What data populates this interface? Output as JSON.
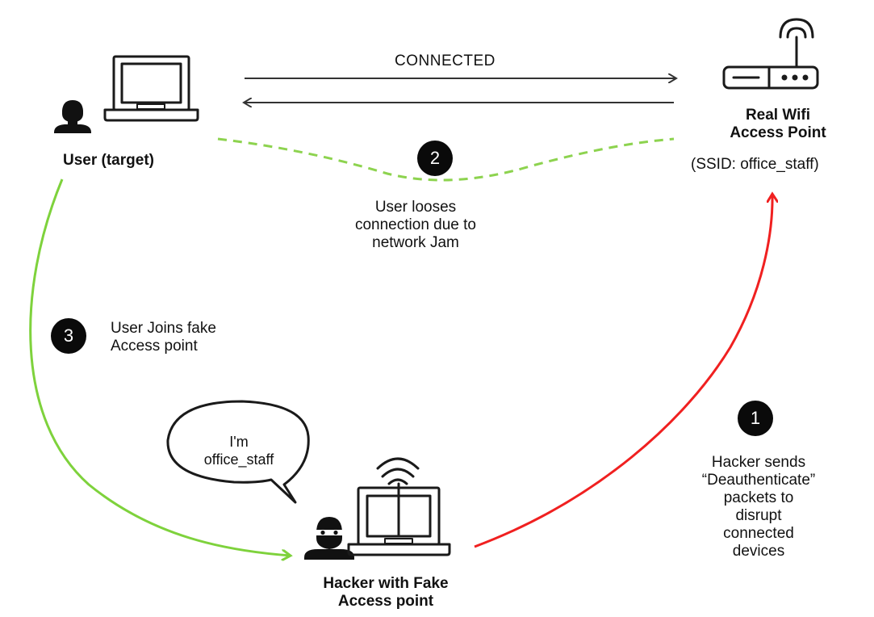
{
  "connection_label": "CONNECTED",
  "user": {
    "label": "User (target)"
  },
  "real_ap": {
    "label_line1": "Real Wifi",
    "label_line2": "Access Point",
    "ssid": "(SSID: office_staff)"
  },
  "hacker": {
    "label_line1": "Hacker with Fake",
    "label_line2": "Access point",
    "speech_line1": "I'm",
    "speech_line2": "office_staff"
  },
  "steps": [
    {
      "number": "1",
      "lines": [
        "Hacker sends",
        "“Deauthenticate”",
        "packets to",
        "disrupt",
        "connected",
        "devices"
      ]
    },
    {
      "number": "2",
      "lines": [
        "User looses",
        "connection due to",
        "network Jam"
      ]
    },
    {
      "number": "3",
      "lines": [
        "User Joins fake",
        "Access point"
      ]
    }
  ],
  "colors": {
    "connection_arrows": "#333333",
    "lost_connection_dashed": "#8dd34f",
    "join_arrow": "#7ed23c",
    "deauth_arrow": "#f02020",
    "icon_stroke": "#1a1a1a",
    "badge_fill": "#0a0a0a"
  },
  "icons": {
    "user": "person-silhouette-icon",
    "user_device": "laptop-icon",
    "real_ap": "wifi-router-icon",
    "hacker": "masked-hacker-icon",
    "hacker_device": "laptop-broadcasting-icon",
    "speech": "speech-bubble-icon"
  }
}
